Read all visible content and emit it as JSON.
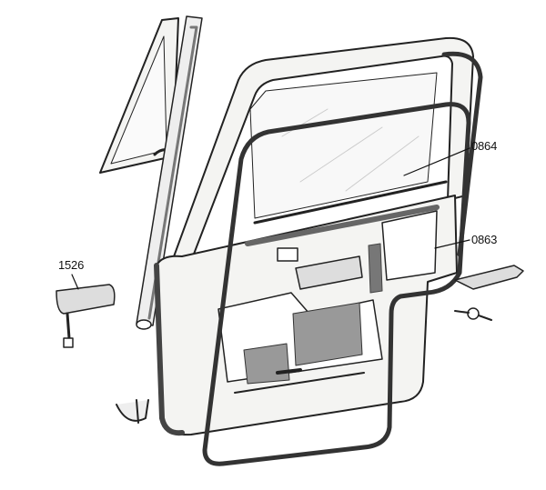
{
  "diagram": {
    "callouts": [
      {
        "id": "0864",
        "part": "window-sill-seal"
      },
      {
        "id": "0863",
        "part": "door-seal"
      },
      {
        "id": "1526",
        "part": "sun-visor"
      }
    ]
  },
  "colors": {
    "line": "#222222",
    "fill": "#f4f4f2",
    "shade": "#8a8a86"
  }
}
